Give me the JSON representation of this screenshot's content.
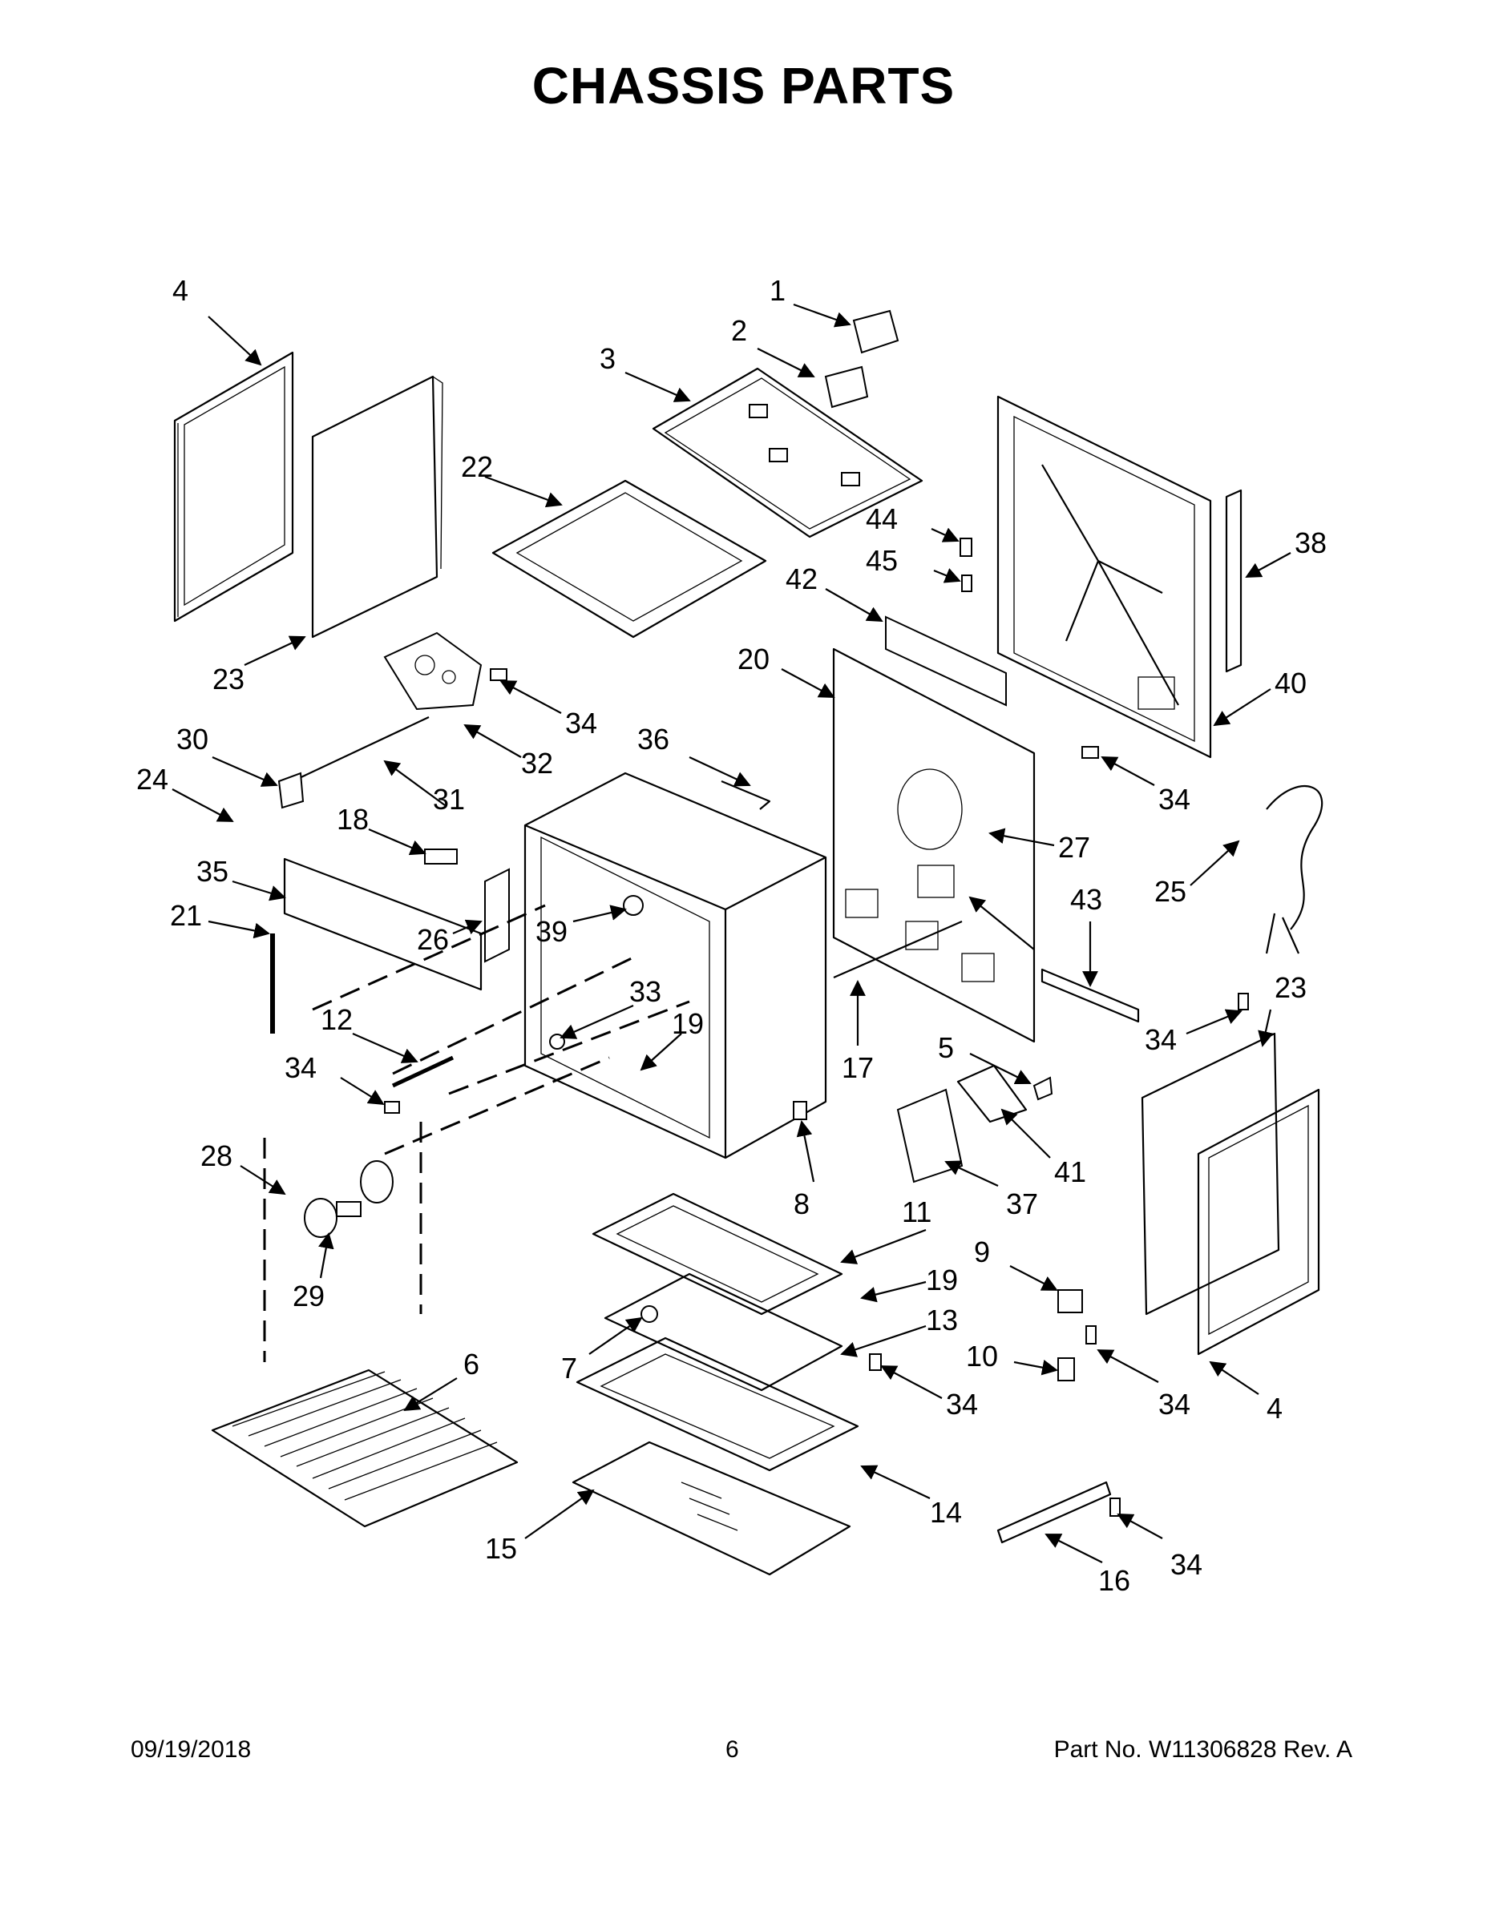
{
  "title": "CHASSIS PARTS",
  "footer": {
    "date": "09/19/2018",
    "page": "6",
    "part_number": "Part No.  W11306828  Rev.  A"
  },
  "callouts": {
    "c1": "1",
    "c2": "2",
    "c3": "3",
    "c4a": "4",
    "c4b": "4",
    "c5": "5",
    "c6": "6",
    "c7": "7",
    "c8": "8",
    "c9": "9",
    "c10": "10",
    "c11": "11",
    "c12": "12",
    "c13": "13",
    "c14": "14",
    "c15": "15",
    "c16": "16",
    "c17": "17",
    "c18": "18",
    "c19a": "19",
    "c19b": "19",
    "c20": "20",
    "c21": "21",
    "c22": "22",
    "c23a": "23",
    "c23b": "23",
    "c24": "24",
    "c25": "25",
    "c26": "26",
    "c27": "27",
    "c28": "28",
    "c29": "29",
    "c30": "30",
    "c31": "31",
    "c32": "32",
    "c33": "33",
    "c34a": "34",
    "c34b": "34",
    "c34c": "34",
    "c34d": "34",
    "c34e": "34",
    "c34f": "34",
    "c34g": "34",
    "c35": "35",
    "c36": "36",
    "c37": "37",
    "c38": "38",
    "c39": "39",
    "c40": "40",
    "c41": "41",
    "c42": "42",
    "c43": "43",
    "c44": "44",
    "c45": "45"
  }
}
